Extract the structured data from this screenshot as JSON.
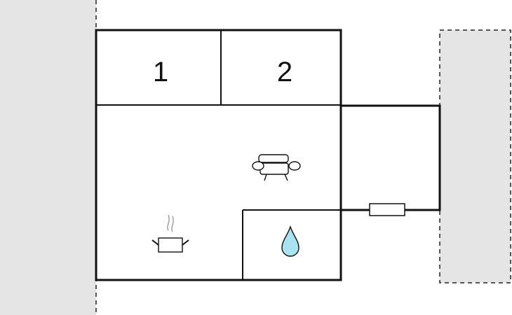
{
  "floorplan": {
    "rooms": [
      {
        "label": "1",
        "kind": "bedroom"
      },
      {
        "label": "2",
        "kind": "bedroom"
      }
    ],
    "icons": {
      "living": "sofa-icon",
      "kitchen": "cooking-pot-icon",
      "bathroom": "water-drop-icon"
    },
    "colors": {
      "outside_area": "#e5e5e5",
      "wall": "#111111",
      "water_drop": "#a8e4f0"
    }
  }
}
